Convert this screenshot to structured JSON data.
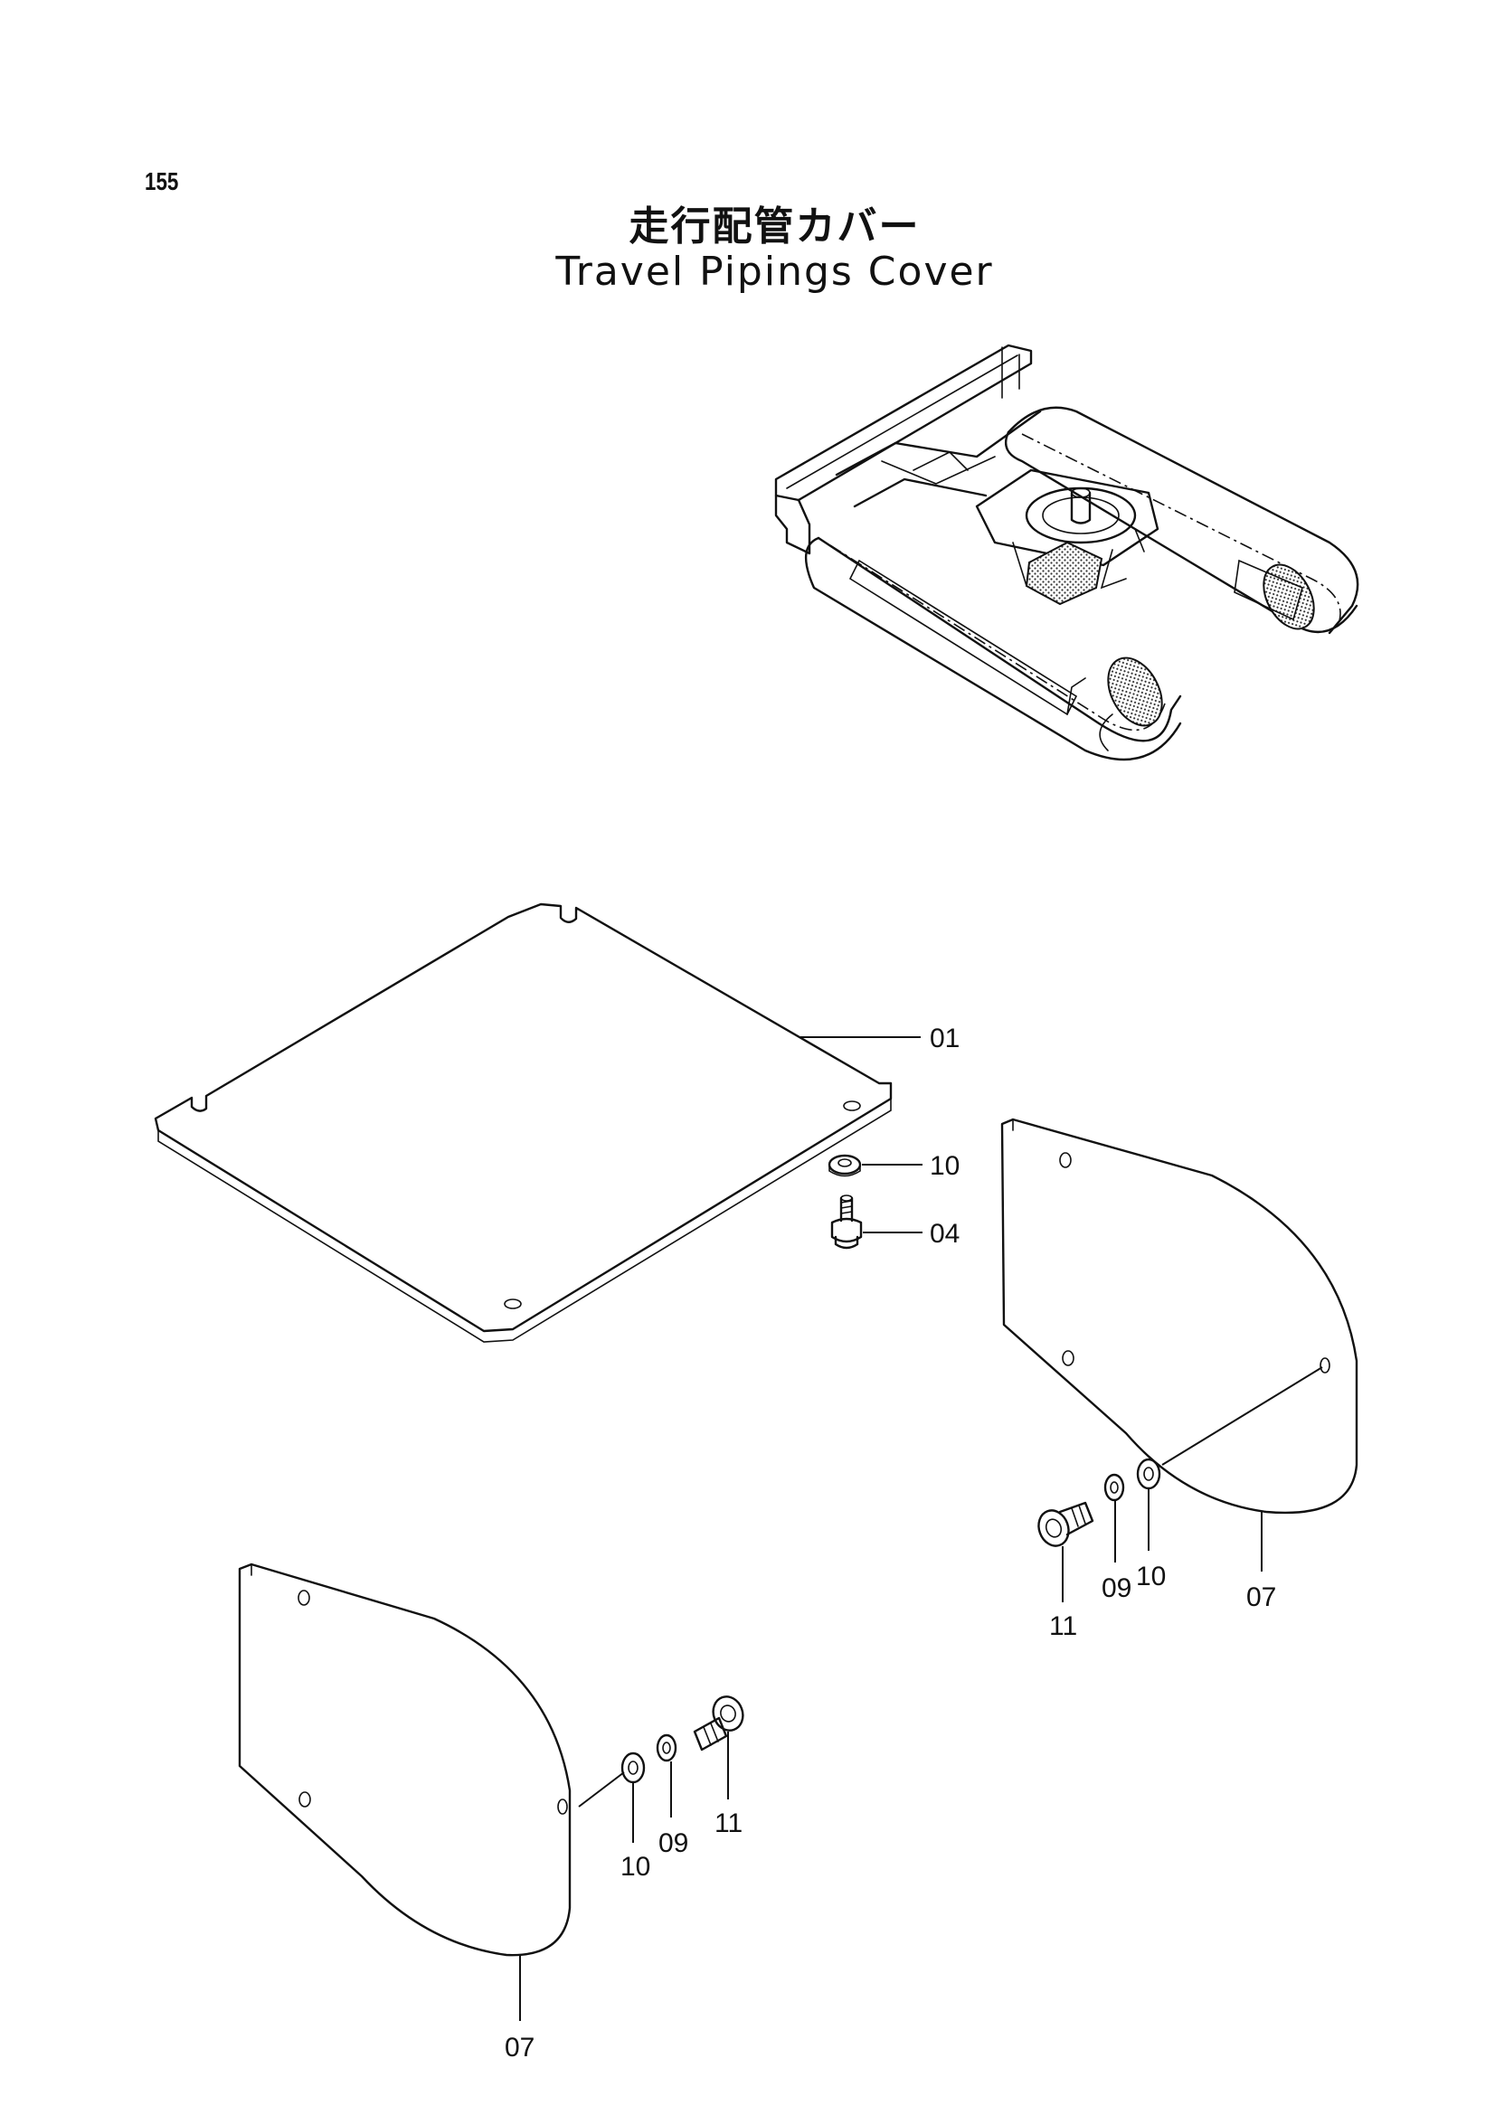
{
  "page": {
    "number": "155",
    "title_jp": "走行配管カバー",
    "title_en": "Travel Pipings Cover"
  },
  "overview": {
    "icon": "undercarriage-overview-icon"
  },
  "parts": [
    {
      "id": "part-01",
      "callout": "01",
      "icon": "cover-plate-icon"
    },
    {
      "id": "part-10-top",
      "callout": "10",
      "icon": "washer-icon"
    },
    {
      "id": "part-04",
      "callout": "04",
      "icon": "bolt-icon"
    },
    {
      "id": "part-07-right",
      "callout": "07",
      "icon": "side-cover-icon"
    },
    {
      "id": "part-11-right",
      "callout": "11",
      "icon": "bolt-icon"
    },
    {
      "id": "part-09-right",
      "callout": "09",
      "icon": "spring-washer-icon"
    },
    {
      "id": "part-10-right",
      "callout": "10",
      "icon": "washer-icon"
    },
    {
      "id": "part-07-left",
      "callout": "07",
      "icon": "side-cover-icon"
    },
    {
      "id": "part-10-left",
      "callout": "10",
      "icon": "washer-icon"
    },
    {
      "id": "part-09-left",
      "callout": "09",
      "icon": "spring-washer-icon"
    },
    {
      "id": "part-11-left",
      "callout": "11",
      "icon": "bolt-icon"
    }
  ]
}
